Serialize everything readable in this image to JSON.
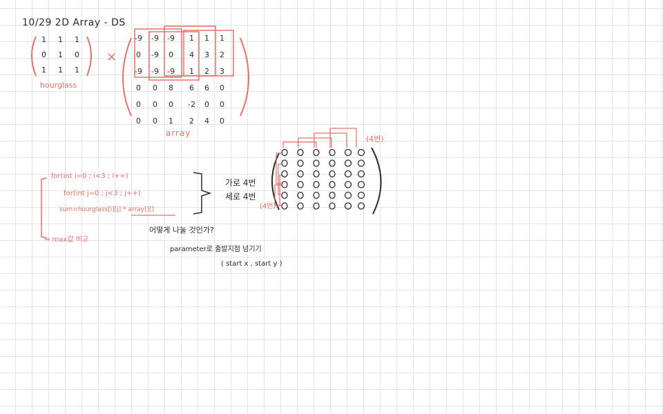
{
  "note": {
    "title": "10/29  2D Array - DS",
    "hourglass_label": "hourglass",
    "times_symbol": "×",
    "array_label": "array",
    "hourglass_matrix": [
      [
        "1",
        "1",
        "1"
      ],
      [
        "0",
        "1",
        "0"
      ],
      [
        "1",
        "1",
        "1"
      ]
    ],
    "array_matrix": [
      [
        "-9",
        "-9",
        "-9",
        "1",
        "1",
        "1"
      ],
      [
        "0",
        "-9",
        "0",
        "4",
        "3",
        "2"
      ],
      [
        "-9",
        "-9",
        "-9",
        "1",
        "2",
        "3"
      ],
      [
        "0",
        "0",
        "8",
        "6",
        "6",
        "0"
      ],
      [
        "0",
        "0",
        "0",
        "-2",
        "0",
        "0"
      ],
      [
        "0",
        "0",
        "1",
        "2",
        "4",
        "0"
      ]
    ],
    "code_lines": [
      "for(int i=0 ; i<3 ; i++)",
      "for(int j=0 ; j<3 ; j++)",
      "sum=hourglass[i][j] * array[][]"
    ],
    "max_compare": "⇒ max값 비교",
    "rows_label": "가로 4번",
    "cols_label": "세로 4번",
    "question": "어떻게 나눌 것인가?",
    "parameter_note": "parameter로  출발지점  넘기기",
    "start_params": "( start x , start y )",
    "four_top": "(4번)",
    "four_left": "(4번)"
  },
  "colors": {
    "red": "#e8706a",
    "ink": "#2a2a2a"
  }
}
